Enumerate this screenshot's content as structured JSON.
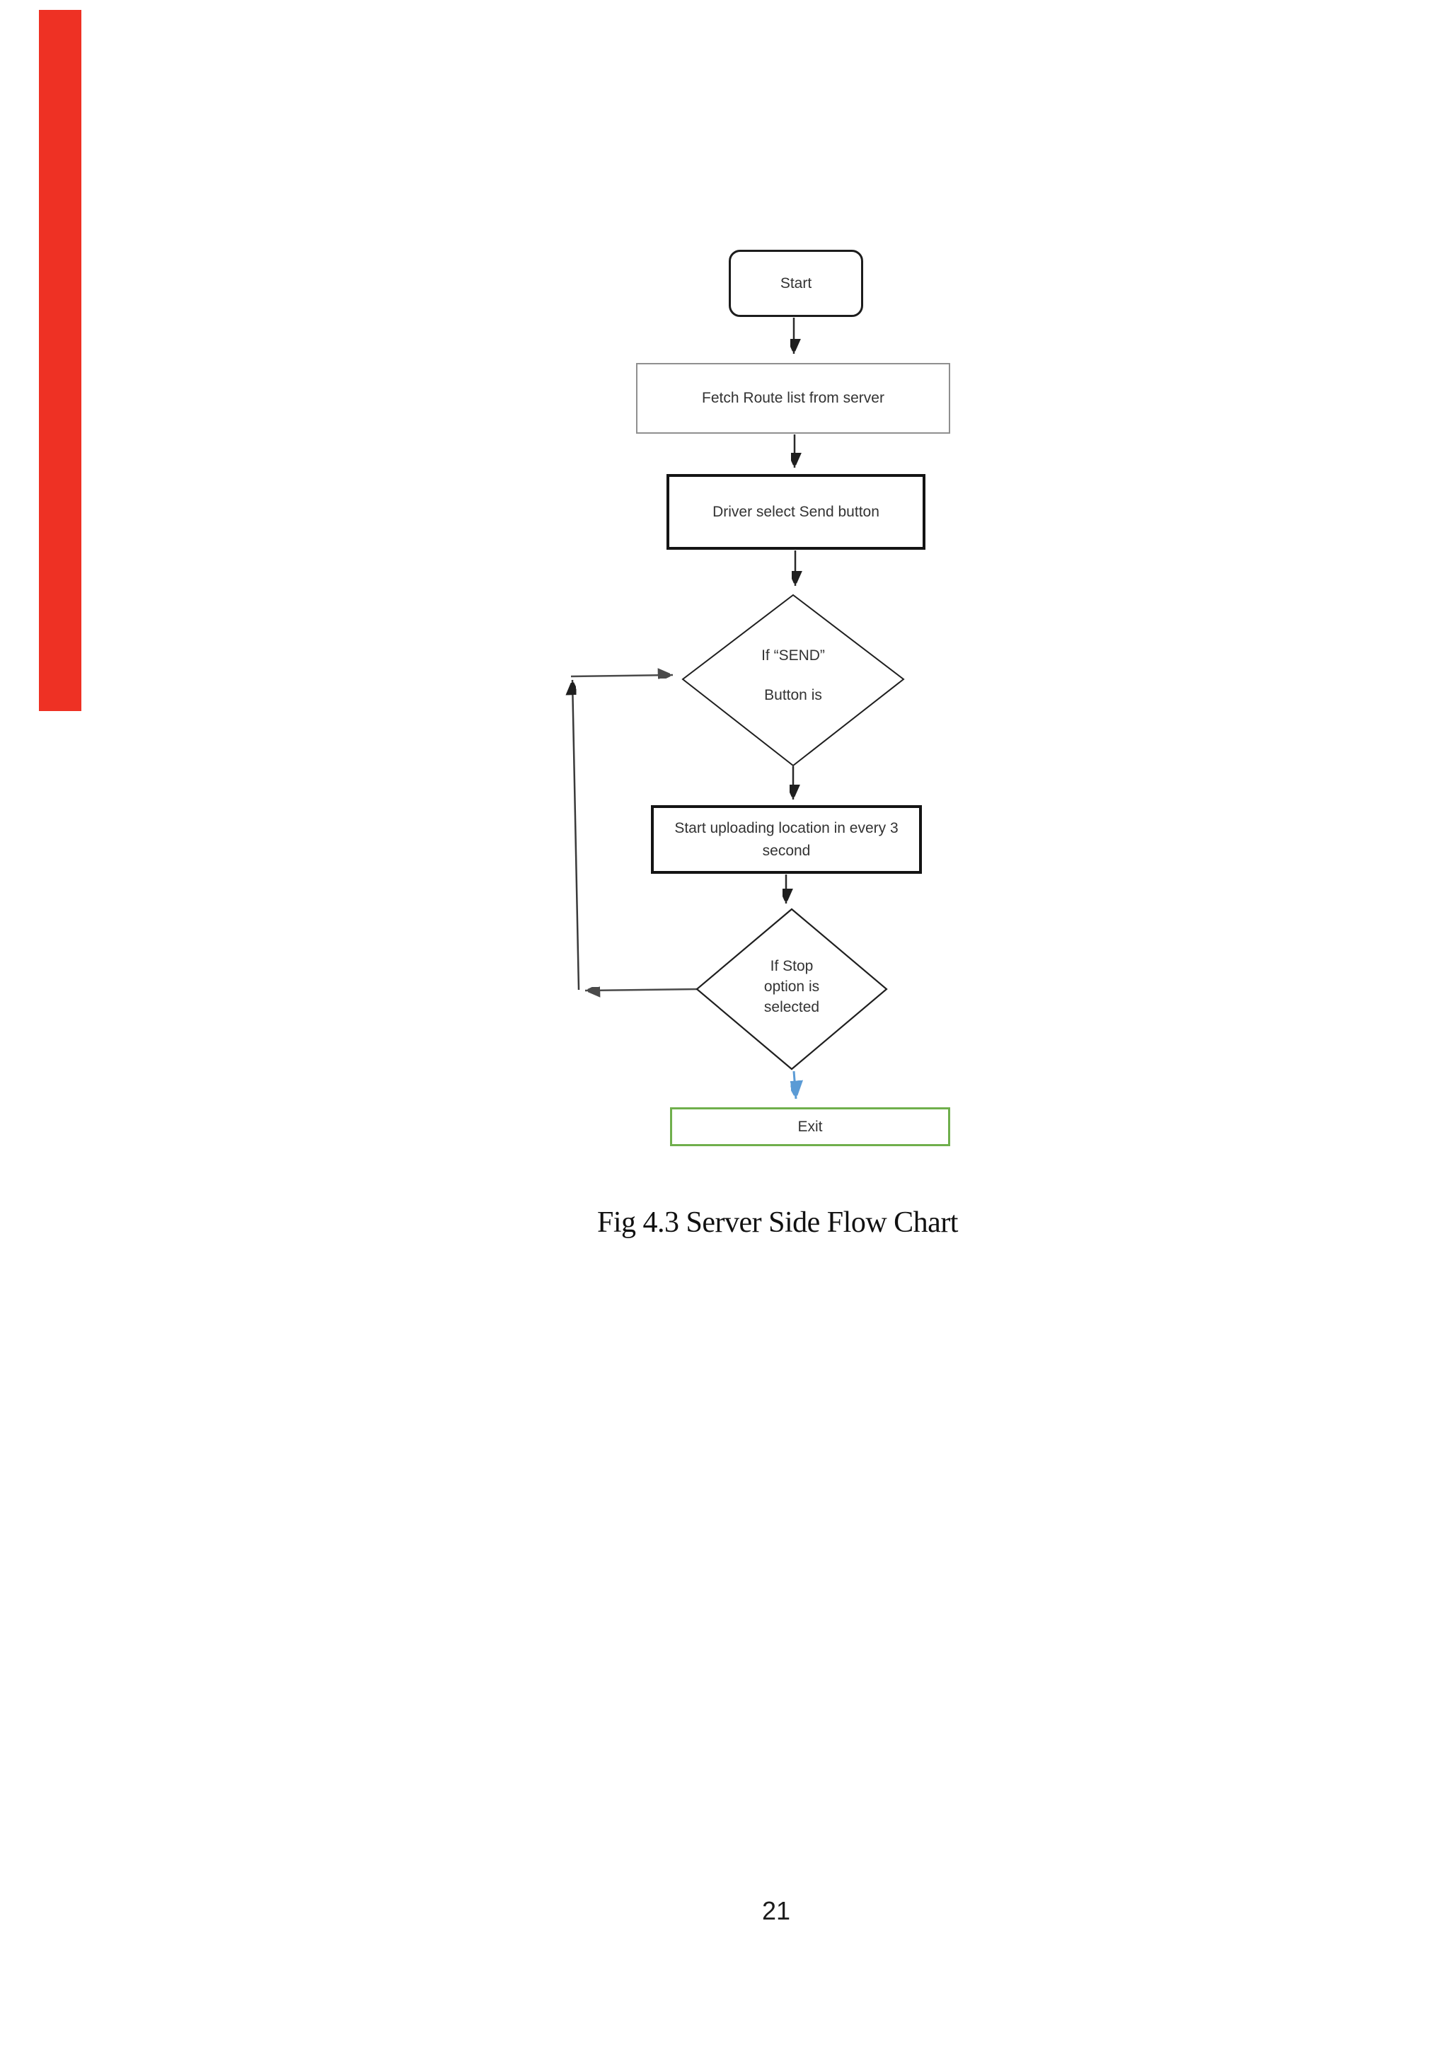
{
  "page": {
    "caption": "Fig 4.3 Server Side Flow Chart",
    "page_number": "21"
  },
  "colors": {
    "red_margin_bar": "#ee3124",
    "exit_box_border": "#6faf4c",
    "blue_arrow": "#5b9bd5",
    "dark_box_border": "#141414",
    "fetch_box_border": "#8f8f8f"
  },
  "flowchart": {
    "nodes": [
      {
        "id": "start",
        "shape": "rounded",
        "label": "Start"
      },
      {
        "id": "fetch",
        "shape": "rect",
        "label": "Fetch Route list from server"
      },
      {
        "id": "driver",
        "shape": "rect",
        "label": "Driver select Send button"
      },
      {
        "id": "send_decision",
        "shape": "diamond",
        "lines": [
          "If “SEND”",
          "Button is"
        ]
      },
      {
        "id": "upload",
        "shape": "rect",
        "lines": [
          "Start uploading location in every 3",
          "second"
        ]
      },
      {
        "id": "stop_decision",
        "shape": "diamond",
        "lines": [
          "If Stop",
          "option is",
          "selected"
        ]
      },
      {
        "id": "exit",
        "shape": "rect",
        "label": "Exit"
      }
    ],
    "edges": [
      {
        "from": "start",
        "to": "fetch"
      },
      {
        "from": "fetch",
        "to": "driver"
      },
      {
        "from": "driver",
        "to": "send_decision"
      },
      {
        "from": "send_decision",
        "to": "upload"
      },
      {
        "from": "upload",
        "to": "stop_decision"
      },
      {
        "from": "stop_decision",
        "to": "exit",
        "style": "blue"
      },
      {
        "from": "stop_decision",
        "to": "send_decision",
        "style": "loop-left"
      }
    ]
  }
}
